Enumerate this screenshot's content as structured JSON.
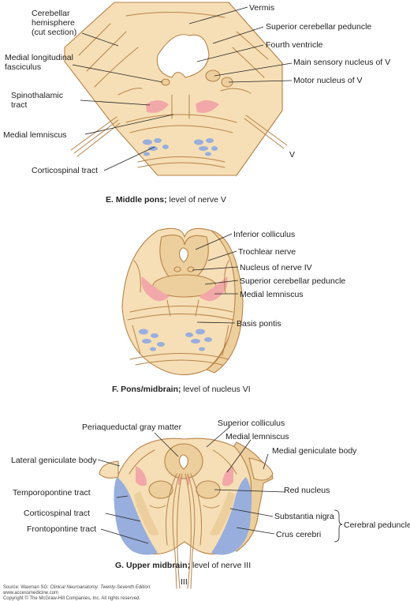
{
  "colors": {
    "tissue": "#f6dfb6",
    "tissue_dark": "#eccf9c",
    "outline": "#b8834a",
    "tract_pink": "#f2a8a8",
    "tract_blue": "#98aedd",
    "white": "#ffffff",
    "text": "#222222"
  },
  "panel_e": {
    "labels": {
      "vermis": "Vermis",
      "cerebellar_hemisphere_1": "Cerebellar",
      "cerebellar_hemisphere_2": "hemisphere",
      "cerebellar_hemisphere_3": "(cut section)",
      "superior_cerebellar_peduncle": "Superior cerebellar peduncle",
      "fourth_ventricle": "Fourth ventricle",
      "mlf_1": "Medial longitudinal",
      "mlf_2": "fasciculus",
      "main_sensory_nucleus": "Main sensory nucleus of V",
      "motor_nucleus": "Motor nucleus of V",
      "spinothalamic_1": "Spinothalamic",
      "spinothalamic_2": "tract",
      "medial_lemniscus": "Medial lemniscus",
      "nerve_v": "V",
      "corticospinal": "Corticospinal tract"
    },
    "caption_bold": "E. Middle pons;",
    "caption_rest": " level of nerve V"
  },
  "panel_f": {
    "labels": {
      "inferior_colliculus": "Inferior colliculus",
      "trochlear_nerve": "Trochlear nerve",
      "nucleus_iv": "Nucleus of nerve IV",
      "superior_cerebellar_peduncle": "Superior cerebellar peduncle",
      "medial_lemniscus": "Medial lemniscus",
      "basis_pontis": "Basis pontis"
    },
    "caption_bold": "F. Pons/midbrain;",
    "caption_rest": " level of nucleus VI"
  },
  "panel_g": {
    "labels": {
      "periaqueductal": "Periaqueductal gray matter",
      "superior_colliculus": "Superior colliculus",
      "medial_lemniscus": "Medial lemniscus",
      "lateral_geniculate": "Lateral geniculate body",
      "medial_geniculate": "Medial geniculate body",
      "red_nucleus": "Red nucleus",
      "temporopontine": "Temporopontine tract",
      "substantia_nigra": "Substantia nigra",
      "cerebral_peduncle": "Cerebral peduncle",
      "corticospinal": "Corticospinal tract",
      "crus_cerebri": "Crus cerebri",
      "frontopontine": "Frontopontine tract",
      "nerve_iii": "III"
    },
    "caption_bold": "G. Upper midbrain;",
    "caption_rest": " level of nerve III"
  },
  "source": {
    "line1_a": "Source: Waxman SG: ",
    "line1_b": "Clinical Neuroanatomy: Twenty-Seventh Edition",
    "line1_c": ":",
    "line2": "www.accessmedicine.com",
    "line3": "Copyright © The McGraw-Hill Companies, Inc. All rights reserved."
  }
}
